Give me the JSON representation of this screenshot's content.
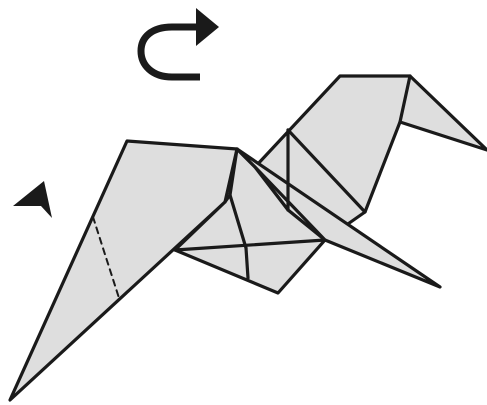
{
  "diagram": {
    "subject": "origami-bird-folding-step",
    "colors": {
      "paper_fill": "#dedede",
      "line": "#1a1a1a",
      "background": "#ffffff"
    },
    "symbols": [
      {
        "name": "turn-over-arrow-icon"
      },
      {
        "name": "push-arrowhead-icon"
      }
    ],
    "line_styles": {
      "fold": "solid",
      "crease": "dashed"
    }
  }
}
